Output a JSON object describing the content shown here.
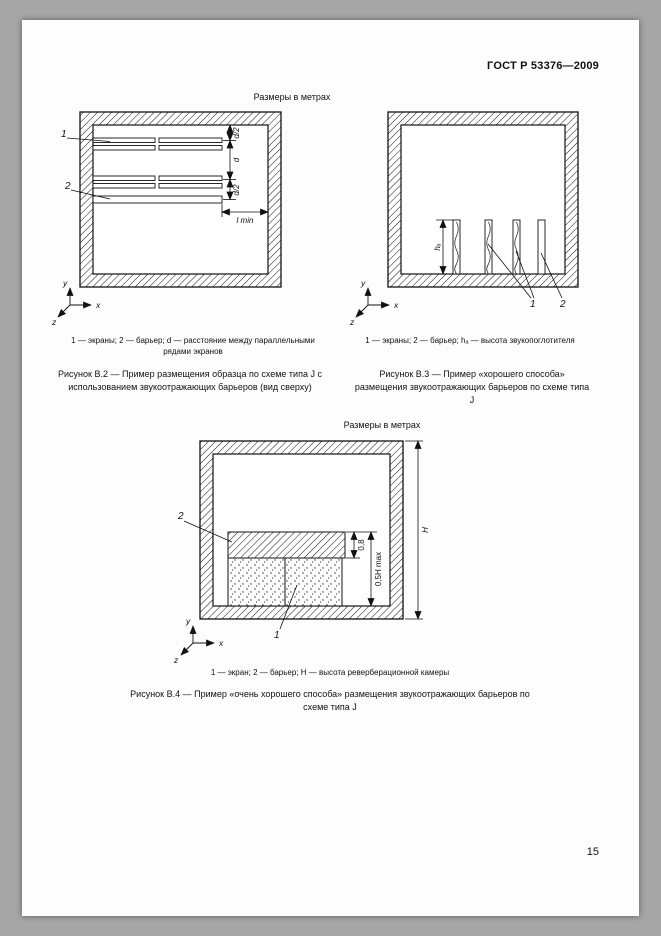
{
  "page": {
    "header": "ГОСТ Р 53376—2009",
    "size_note_top": "Размеры в метрах",
    "size_note_mid": "Размеры в метрах",
    "page_number": "15"
  },
  "fig_b2": {
    "callout_1": "1",
    "callout_2": "2",
    "dim_d2_top": "d/2",
    "dim_d": "d",
    "dim_d2_bottom": "d/2",
    "dim_l_min": "l min",
    "axis_x": "x",
    "axis_y": "y",
    "axis_z": "z",
    "legend": "1 — экраны; 2 — барьер; d — расстояние между параллельными рядами экранов",
    "caption": "Рисунок В.2 — Пример размещения образца по схеме типа J с использованием звукоотражающих барьеров (вид сверху)"
  },
  "fig_b3": {
    "callout_1": "1",
    "callout_2": "2",
    "dim_ha": "hₐ",
    "axis_x": "x",
    "axis_y": "y",
    "axis_z": "z",
    "legend": "1 — экраны; 2 — барьер; hₐ — высота звукопоглотителя",
    "caption": "Рисунок В.3 — Пример «хорошего способа» размещения звукоотражающих барьеров по схеме типа J"
  },
  "fig_b4": {
    "callout_1": "1",
    "callout_2": "2",
    "dim_08": "0,8",
    "dim_05h": "0,5H max",
    "dim_h": "H",
    "axis_x": "x",
    "axis_y": "y",
    "axis_z": "z",
    "legend": "1 — экран; 2 — барьер; Н — высота реверберационной камеры",
    "caption": "Рисунок В.4 — Пример «очень хорошего способа» размещения звукоотражающих барьеров по схеме типа J"
  }
}
